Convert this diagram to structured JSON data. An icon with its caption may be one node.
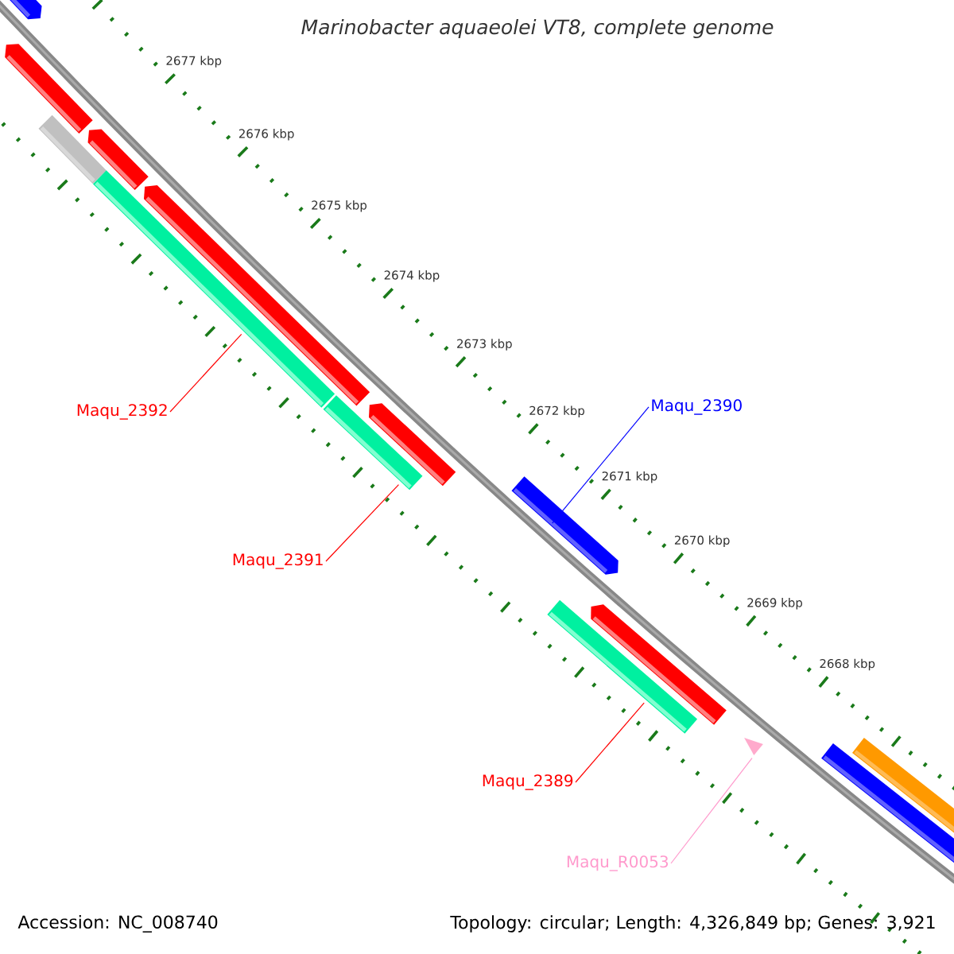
{
  "diagram": {
    "title": "Marinobacter aquaeolei VT8, complete genome",
    "nodes": [
      {
        "text": [],
        "shape": "bar"
      },
      {
        "text": [],
        "shape": "bar"
      },
      {
        "text": [],
        "shape": "bar"
      },
      {
        "text": [],
        "shape": "bar"
      },
      {
        "text": [],
        "shape": "bar"
      },
      {
        "text": [],
        "shape": "bar"
      },
      {
        "text": [],
        "shape": "bar"
      },
      {
        "text": [],
        "shape": "bar"
      },
      {
        "text": [],
        "shape": "bar"
      },
      {
        "text": [],
        "shape": "bar"
      },
      {
        "text": [],
        "shape": "bar"
      },
      {
        "text": [],
        "shape": "triangle"
      },
      {
        "text": [],
        "shape": "bar"
      },
      {
        "text": [],
        "shape": "bar"
      },
      {
        "text": [
          "Maqu_2392"
        ]
      },
      {
        "text": [
          "Maqu_2390"
        ]
      },
      {
        "text": [
          "Maqu_2391"
        ]
      },
      {
        "text": [
          "Maqu_2389"
        ]
      },
      {
        "text": [
          "Maqu_R0053"
        ]
      }
    ],
    "edges": [
      {
        "from": 14,
        "to": 4,
        "arrow": "none"
      },
      {
        "from": 15,
        "to": 8,
        "arrow": "none",
        "color": "#0000ff"
      },
      {
        "from": 16,
        "to": 6,
        "arrow": "none"
      },
      {
        "from": 17,
        "to": 9,
        "arrow": "none"
      },
      {
        "from": 18,
        "to": 11,
        "arrow": "none",
        "color": "#ff99cc"
      }
    ],
    "labels": [
      "2677 kbp",
      "2676 kbp",
      "2675 kbp",
      "2674 kbp",
      "2673 kbp",
      "2672 kbp",
      "2671 kbp",
      "2670 kbp",
      "2669 kbp",
      "2668 kbp",
      "Accession: NC_008740",
      "Topology: circular; Length: 4,326,849 bp; Genes: 3,921"
    ]
  }
}
